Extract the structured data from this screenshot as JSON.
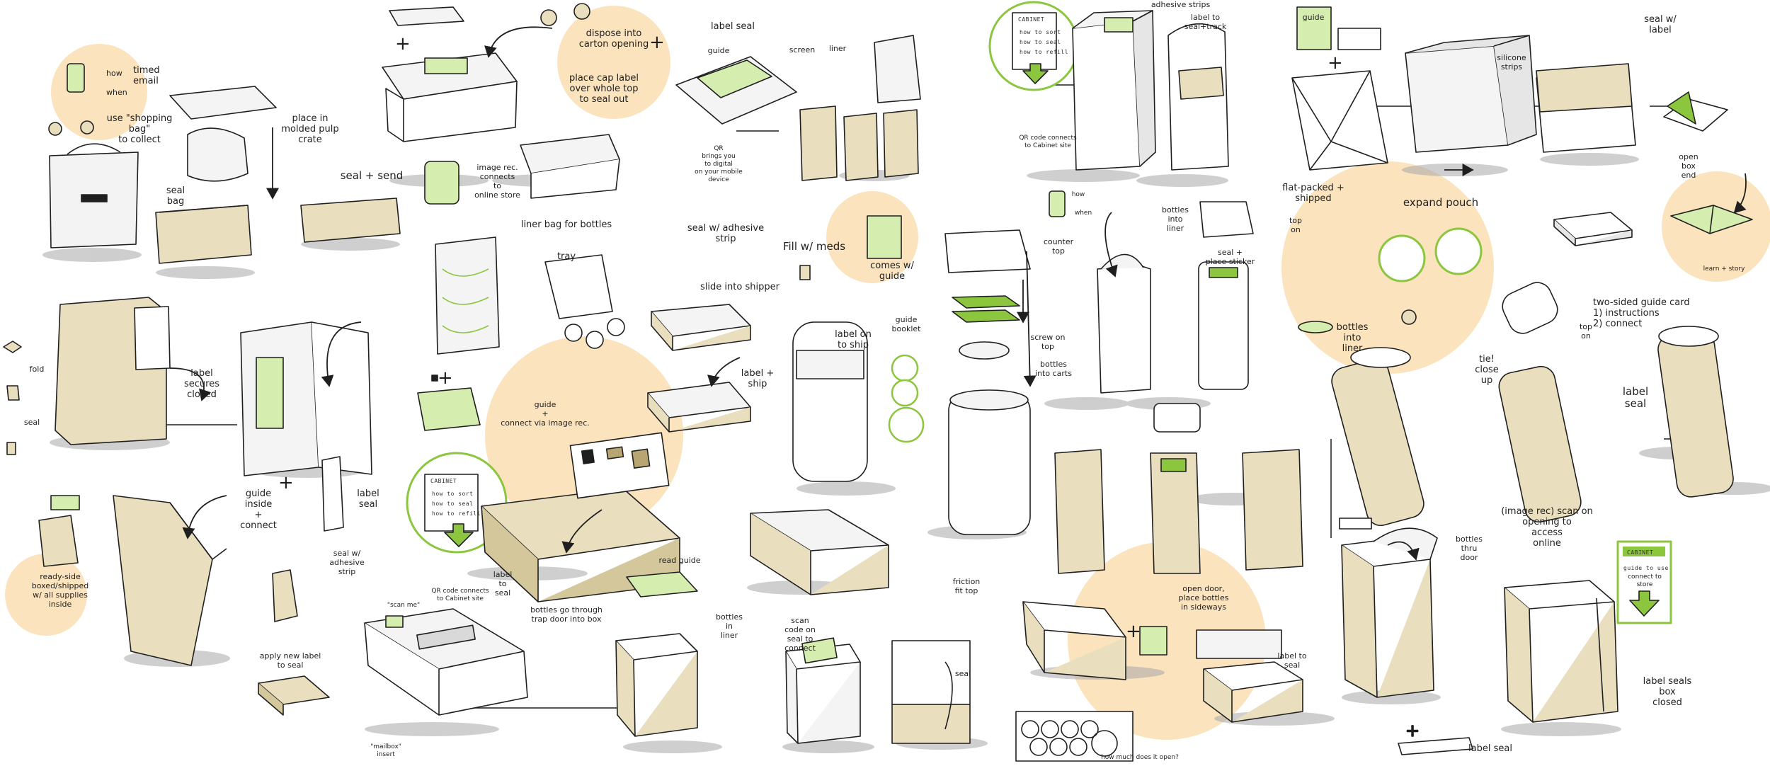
{
  "colors": {
    "ink": "#1f1f1f",
    "highlight": "#fbe3bd",
    "kraft": "#e9dfbf",
    "kraft_shade": "#d5c79c",
    "green": "#8cc63f",
    "green_light": "#d6edb0",
    "shadow": "#9a9a9a",
    "gray": "#d9d9d9"
  },
  "labels": {
    "n_how": "how",
    "n_when": "when",
    "n_timed": "timed\nemail",
    "n_shopping": "use \"shopping\nbag\"\nto collect",
    "n_sealbag": "seal\nbag",
    "n_molded": "place in\nmolded pulp\ncrate",
    "n_sealsend": "seal + send",
    "n_imagerec": "image rec.\nconnects\nto\nonline store",
    "n_dispose": "dispose into\ncarton opening",
    "n_placecap": "place cap label\nover whole top\nto seal out",
    "n_labelseal1": "label seal",
    "n_screen": "screen",
    "n_liner": "liner",
    "n_guide1": "guide",
    "n_qr": "QR\nbrings you\nto digital\non your mobile\ndevice",
    "n_qrconnect1": "QR code connects\nto Cabinet site",
    "n_adhesive": "adhesive strips",
    "n_labeltrack": "label to\nseal+track",
    "n_fold": "fold",
    "n_seal1": "seal",
    "n_secures": "label\nsecures\nclosed",
    "n_guideinside": "guide\ninside\n+\nconnect",
    "n_labelseal2": "label\nseal",
    "n_sealstrip": "seal w/\nadhesive\nstrip",
    "n_applynew": "apply new label\nto seal",
    "n_readyside": "ready-side\nboxed/shipped\nw/ all supplies\ninside",
    "n_linerbag": "liner bag for bottles",
    "n_tray": "tray",
    "n_sealwadh": "seal w/ adhesive\nstrip",
    "n_slide": "slide into shipper",
    "n_labelship": "label +\nship",
    "n_guideconnect": "guide\n+\nconnect via image rec.",
    "n_qrconnect2": "QR code connects\nto Cabinet site",
    "n_labeltoseal1": "label\nto\nseal",
    "n_scanme": "\"scan me\"",
    "n_bottlesgo": "bottles go through\ntrap door into box",
    "n_insertbox": "\"mailbox\"\ninsert",
    "n_fillmeds": "Fill w/ meds",
    "n_comesguide": "comes w/\nguide",
    "n_labelonship": "label on\nto ship",
    "n_guidebooklet": "guide\nbooklet",
    "n_counter": "counter\ntop",
    "n_screwon": "screw on\ntop",
    "n_bottlesinto1": "bottles\ninto carts",
    "n_readguide": "read guide",
    "n_bottlesliner1": "bottles\nin\nliner",
    "n_scancode": "scan\ncode on\nseal to\nconnect",
    "n_friction": "friction\nfit top",
    "n_seal2": "seal",
    "n_how2": "how",
    "n_when2": "when",
    "n_bottlesliner2": "bottles\ninto\nliner",
    "n_sealsticker": "seal +\nplace sticker",
    "n_opendoor": "open door,\nplace bottles\nin sideways",
    "n_labeltoseal2": "label to\nseal",
    "n_howmuch": "how much does it open?",
    "n_flatpack": "flat-packed +\nshipped",
    "n_expand": "expand pouch",
    "n_top1": "top\non",
    "n_sealwlabel": "seal w/\nlabel",
    "n_siliconestrips": "silicone\nstrips",
    "n_openbox": "open\nbox\nend",
    "n_learn": "learn + story",
    "n_bottlesliner3": "bottles\ninto\nliner",
    "n_tieclose": "tie!\nclose\nup",
    "n_twosided": "two-sided guide card\n1) instructions\n2) connect",
    "n_top2": "top\non",
    "n_labelseal3": "label\nseal",
    "n_scanopen": "(image rec) scan on\nopening to\naccess\nonline",
    "n_bottlesthru": "bottles\nthru\ndoor",
    "n_labelseals": "label seals\nbox\nclosed",
    "n_labelseal4": "label seal",
    "n_guide2": "guide",
    "n_cabinet": "CABINET",
    "n_howtosort": "how to sort",
    "n_howtoseal": "how to seal",
    "n_howtorefill": "how to refill",
    "n_guideto": "guide to use",
    "n_connectstore": "connect to\nstore"
  }
}
